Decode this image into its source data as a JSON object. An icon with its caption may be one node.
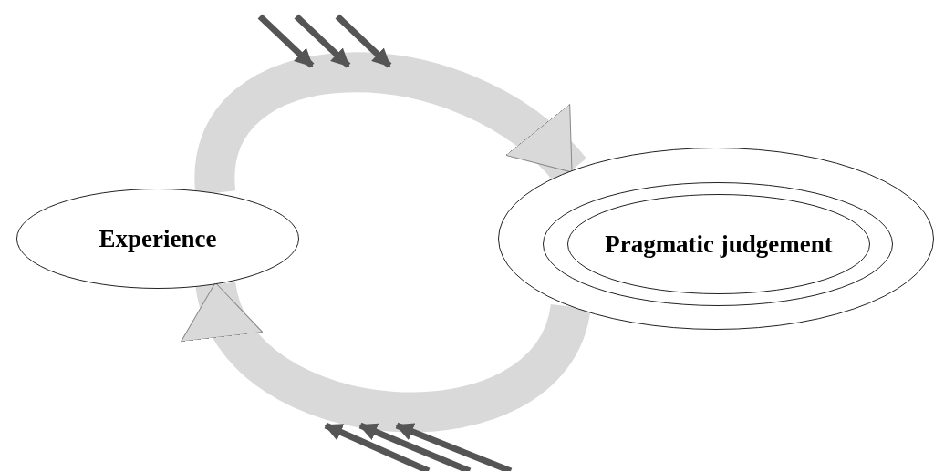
{
  "diagram": {
    "nodes": [
      {
        "text": [
          "Experience"
        ]
      },
      {
        "text": [],
        "shape": "ellipse"
      },
      {
        "text": [],
        "shape": "ellipse",
        "in": 1
      },
      {
        "text": [
          "Pragmatic judgement"
        ],
        "in": 2
      }
    ],
    "edges": [
      {
        "from": 0,
        "to": 1,
        "arrow": "to"
      },
      {
        "from": 1,
        "to": 0,
        "arrow": "to"
      }
    ]
  }
}
